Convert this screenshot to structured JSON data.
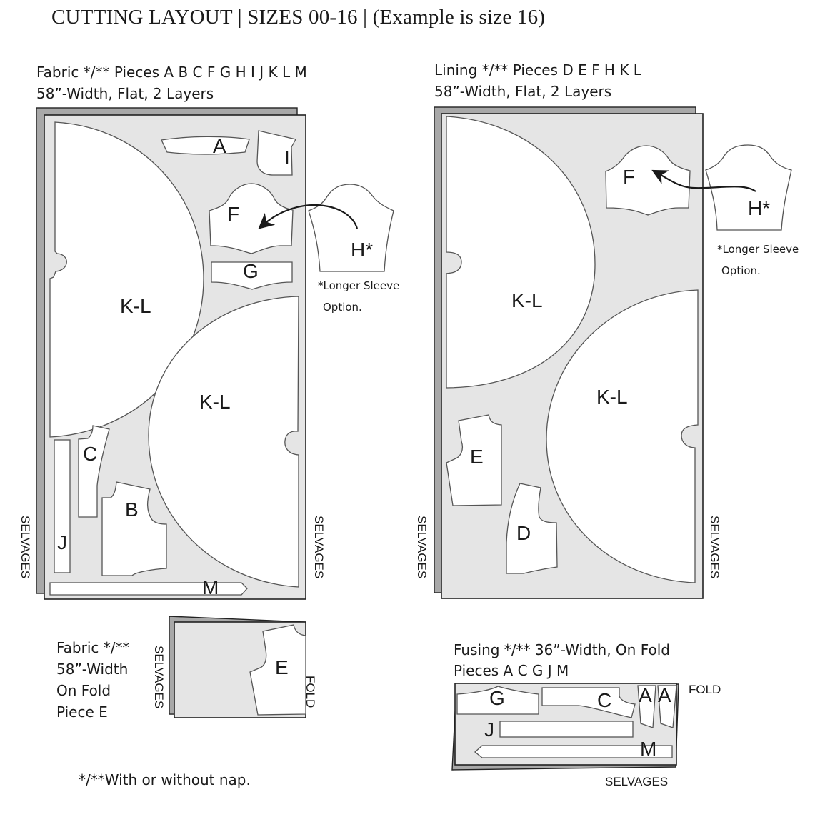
{
  "title": "CUTTING LAYOUT | SIZES 00-16 | (Example is size 16)",
  "fabric_layout": {
    "heading_line1": "Fabric */**   Pieces A B C F G H I J K L M",
    "heading_line2": "58”-Width, Flat, 2 Layers",
    "selvage_left": "SELVAGES",
    "selvage_right": "SELVAGES",
    "pieces": {
      "a": "A",
      "i": "I",
      "f": "F",
      "g": "G",
      "h": "H*",
      "kl_top": "K-L",
      "kl_bottom": "K-L",
      "c": "C",
      "b": "B",
      "j": "J",
      "m": "M"
    },
    "note_line1": "*Longer Sleeve",
    "note_line2": "Option."
  },
  "lining_layout": {
    "heading_line1": "Lining */**   Pieces D E F H K L",
    "heading_line2": "58”-Width, Flat, 2 Layers",
    "selvage_left": "SELVAGES",
    "selvage_right": "SELVAGES",
    "pieces": {
      "f": "F",
      "h": "H*",
      "kl_top": "K-L",
      "kl_bottom": "K-L",
      "e": "E",
      "d": "D"
    },
    "note_line1": "*Longer Sleeve",
    "note_line2": "Option."
  },
  "fabric_fold_layout": {
    "line1": "Fabric */**",
    "line2": "58”-Width",
    "line3": "On Fold",
    "line4": "Piece E",
    "selvage": "SELVAGES",
    "fold": "FOLD",
    "pieces": {
      "e": "E"
    }
  },
  "fusing_layout": {
    "heading_line1": "Fusing */**  36”-Width, On Fold",
    "heading_line2": "Pieces A C G J M",
    "fold": "FOLD",
    "selvage": "SELVAGES",
    "pieces": {
      "g": "G",
      "c": "C",
      "a1": "A",
      "a2": "A",
      "j": "J",
      "m": "M"
    }
  },
  "footnote": "*/**With or without nap.",
  "colors": {
    "fabric": "#e5e5e5",
    "shadow": "#a8a8a8",
    "piece": "#ffffff",
    "outline": "#222222"
  }
}
